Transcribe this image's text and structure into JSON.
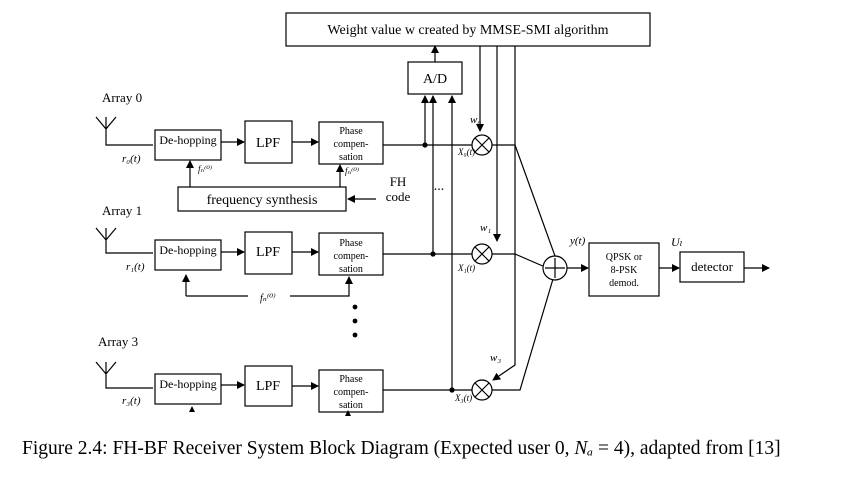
{
  "diagram": {
    "weight_block": "Weight value w created by MMSE-SMI algorithm",
    "ad": "A/D",
    "arrays": [
      {
        "name": "Array 0",
        "signal": "r₀(t)",
        "dehop": "De-hopping",
        "lpf": "LPF",
        "phase": [
          "Phase",
          "compen-",
          "sation"
        ],
        "weight": "w₀",
        "x": "X₀(t)"
      },
      {
        "name": "Array 1",
        "signal": "r₁(t)",
        "dehop": "De-hopping",
        "lpf": "LPF",
        "phase": [
          "Phase",
          "compen-",
          "sation"
        ],
        "weight": "w₁",
        "x": "X₁(t)"
      },
      {
        "name": "Array 3",
        "signal": "r₃(t)",
        "dehop": "De-hopping",
        "lpf": "LPF",
        "phase": [
          "Phase",
          "compen-",
          "sation"
        ],
        "weight": "w₃",
        "x": "X₃(t)"
      }
    ],
    "freq_synth": "frequency synthesis",
    "fh_code": [
      "FH",
      "code"
    ],
    "fn_label": "fₙ⁽⁰⁾",
    "yt": "y(t)",
    "demod": [
      "QPSK or",
      "8-PSK",
      "demod."
    ],
    "ul": "Uₗ",
    "detector": "detector",
    "dots": "..."
  },
  "caption": {
    "text_a": "Figure 2.4: FH-BF Receiver System Block Diagram (Expected user 0, ",
    "na": "Nₐ",
    "text_b": " = 4), adapted from [13]"
  }
}
